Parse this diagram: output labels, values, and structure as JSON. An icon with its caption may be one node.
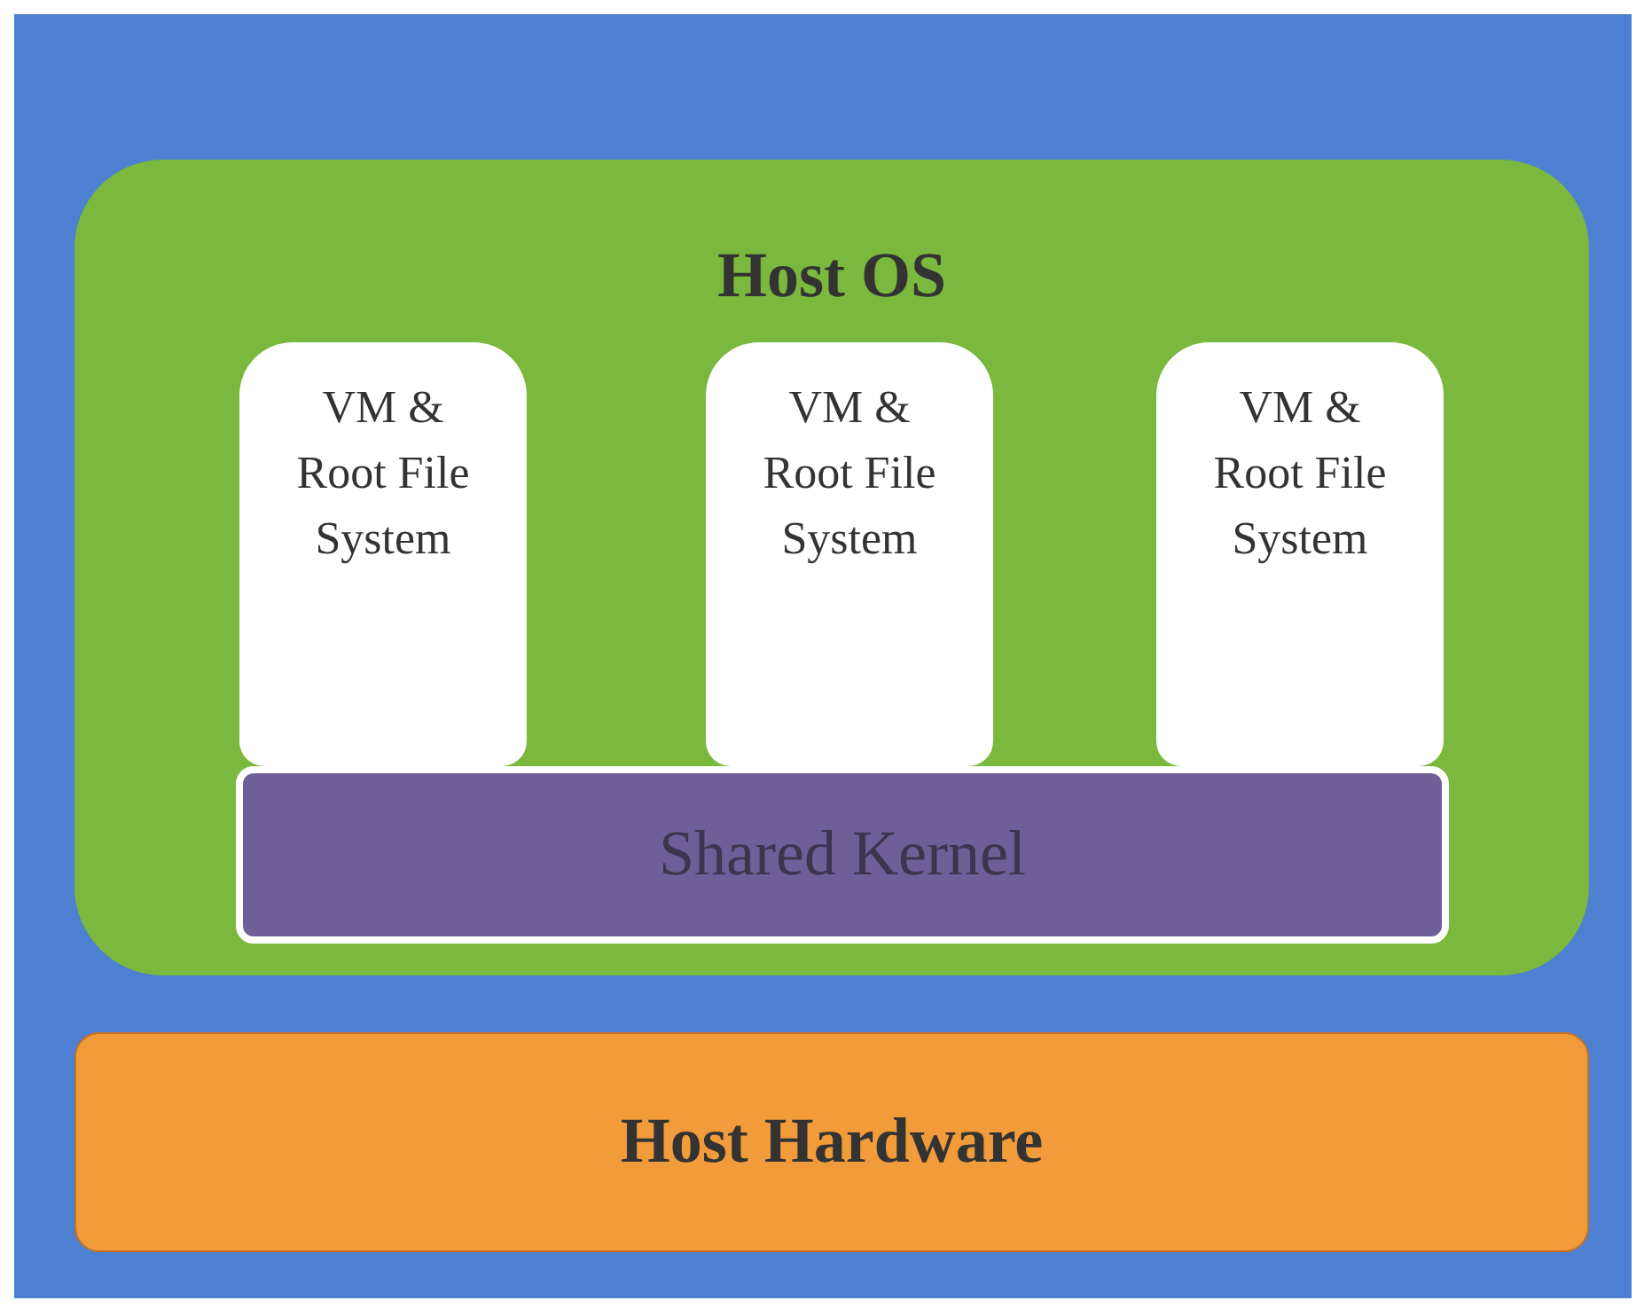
{
  "diagram": {
    "nodes": [
      {
        "text": [
          "Host OS"
        ]
      },
      {
        "text": [
          "VM & Root File System"
        ],
        "in": 0
      },
      {
        "text": [
          "VM & Root File System"
        ],
        "in": 0
      },
      {
        "text": [
          "VM & Root File System"
        ],
        "in": 0
      },
      {
        "text": [
          "Shared Kernel"
        ],
        "in": 0
      },
      {
        "text": [
          "Host Hardware"
        ]
      }
    ]
  }
}
